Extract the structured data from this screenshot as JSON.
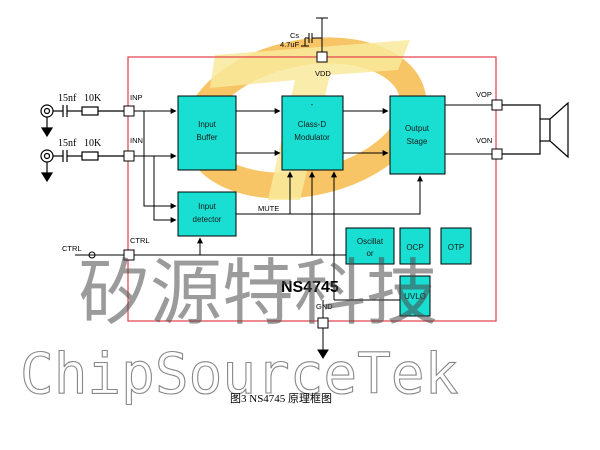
{
  "chip_name": "NS4745",
  "blocks": {
    "input_buffer": [
      "Input",
      "Buffer"
    ],
    "class_d": [
      "-",
      "Class-D",
      "Modulator"
    ],
    "output_stage": [
      "Output",
      "Stage"
    ],
    "input_detector": [
      "Input",
      "detector"
    ],
    "oscillator": [
      "Oscillat",
      "or"
    ],
    "ocp": "OCP",
    "otp": "OTP",
    "uvlo": "UVLO"
  },
  "pins": {
    "inp": "INP",
    "inn": "INN",
    "ctrl": "CTRL",
    "vdd": "VDD",
    "gnd": "GND",
    "vop": "VOP",
    "von": "VON"
  },
  "signals": {
    "mute": "MUTE"
  },
  "capacitor": {
    "name": "Cs",
    "value": "4.7uF"
  },
  "input_components": {
    "cap_top": "15nf",
    "res_top": "10K",
    "cap_bottom": "15nf",
    "res_bottom": "10K"
  },
  "external_ctrl_label": "CTRL",
  "caption": "图3  NS4745 原理框图",
  "watermark": {
    "chinese": "矽源特科技",
    "english": "ChipSourceTek"
  },
  "colors": {
    "block_fill": "#19dfd2",
    "chip_border": "#e0404a",
    "logo_orange": "#f6b233",
    "logo_yellow": "#f8e27a"
  }
}
